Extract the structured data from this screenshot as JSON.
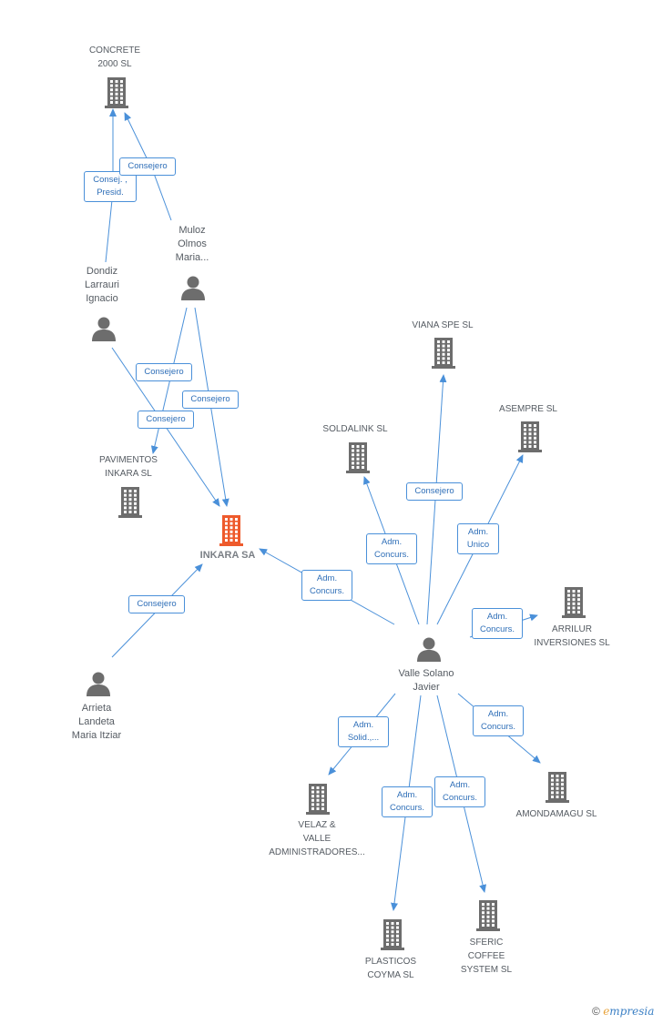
{
  "colors": {
    "edge": "#4a90d9",
    "company": "#6d6d6d",
    "focus": "#ee5a2c",
    "person": "#6d6d6d"
  },
  "nodes": {
    "concrete": {
      "label": "CONCRETE\n2000 SL",
      "icon": "building-icon"
    },
    "muloz": {
      "label": "Muloz\nOlmos\nMaria...",
      "icon": "person-icon"
    },
    "dondiz": {
      "label": "Dondiz\nLarrauri\nIgnacio",
      "icon": "person-icon"
    },
    "pavimentos": {
      "label": "PAVIMENTOS\nINKARA SL",
      "icon": "building-icon"
    },
    "inkara": {
      "label": "INKARA SA",
      "icon": "building-icon"
    },
    "arrieta": {
      "label": "Arrieta\nLandeta\nMaria Itziar",
      "icon": "person-icon"
    },
    "viana": {
      "label": "VIANA SPE SL",
      "icon": "building-icon"
    },
    "soldalink": {
      "label": "SOLDALINK SL",
      "icon": "building-icon"
    },
    "asempre": {
      "label": "ASEMPRE SL",
      "icon": "building-icon"
    },
    "arrilur": {
      "label": "ARRILUR\nINVERSIONES SL",
      "icon": "building-icon"
    },
    "valle": {
      "label": "Valle Solano\nJavier",
      "icon": "person-icon"
    },
    "amondamagu": {
      "label": "AMONDAMAGU SL",
      "icon": "building-icon"
    },
    "velaz": {
      "label": "VELAZ &\nVALLE\nADMINISTRADORES...",
      "icon": "building-icon"
    },
    "plasticos": {
      "label": "PLASTICOS\nCOYMA SL",
      "icon": "building-icon"
    },
    "sferic": {
      "label": "SFERIC\nCOFFEE\nSYSTEM SL",
      "icon": "building-icon"
    }
  },
  "edges": [
    {
      "label": "Consej. ,\nPresid."
    },
    {
      "label": "Consejero"
    },
    {
      "label": "Consejero"
    },
    {
      "label": "Consejero"
    },
    {
      "label": "Consejero"
    },
    {
      "label": "Consejero"
    },
    {
      "label": "Adm.\nConcurs."
    },
    {
      "label": "Consejero"
    },
    {
      "label": "Adm.\nConcurs."
    },
    {
      "label": "Adm.\nUnico"
    },
    {
      "label": "Adm.\nConcurs."
    },
    {
      "label": "Adm.\nSolid.,..."
    },
    {
      "label": "Adm.\nConcurs."
    },
    {
      "label": "Adm.\nConcurs."
    },
    {
      "label": "Adm.\nConcurs."
    }
  ],
  "footer": {
    "copyright": "©",
    "brand_first": "e",
    "brand_rest": "mpresia"
  }
}
